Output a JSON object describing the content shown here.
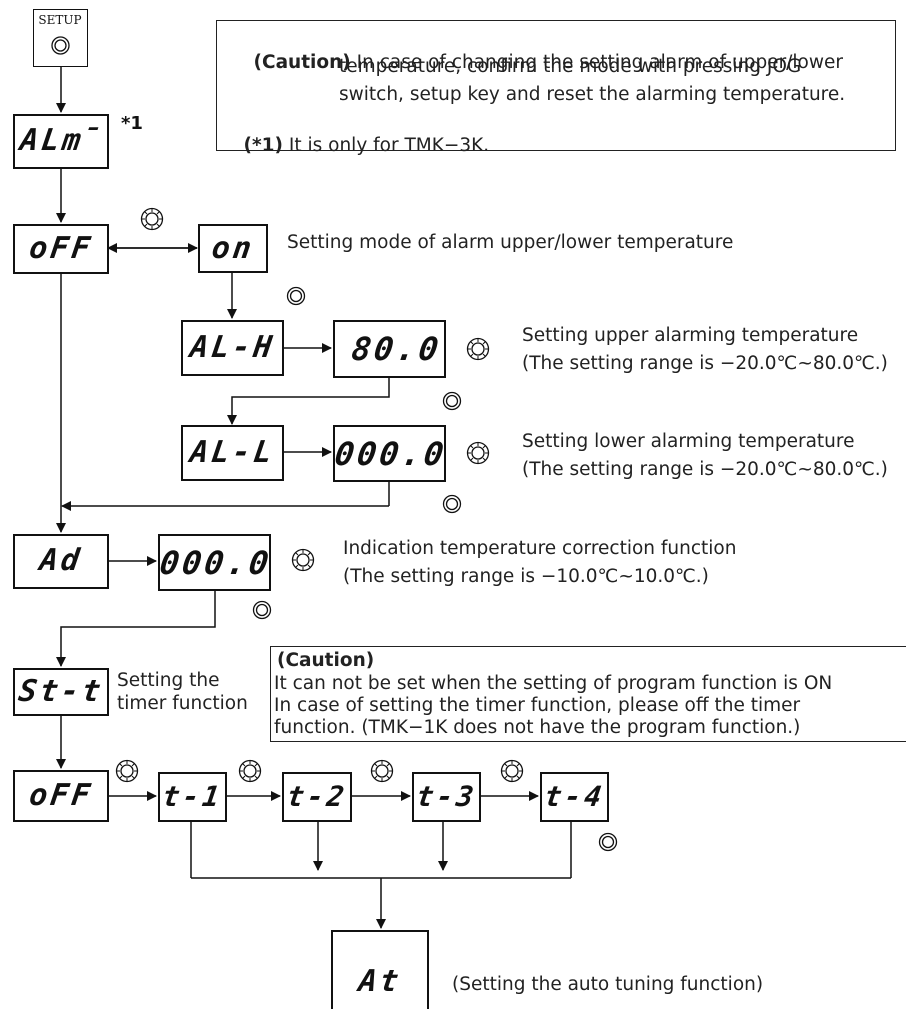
{
  "setup_key": {
    "label": "SETUP"
  },
  "caution_top": {
    "title": "(Caution)",
    "line1": " In case of changing the setting alarm of upper/lower",
    "line2": "temperature, confirm the mode with pressing JOG",
    "line3": "switch, setup key and reset the alarming temperature.",
    "note_mark": "(*1)",
    "note_text": " It is only for TMK−3K."
  },
  "displays": {
    "alm": "ALm̄",
    "alm_note": "*1",
    "off1": "oFF",
    "on": "on",
    "al_h": "AL-H",
    "al_h_value": "80.0",
    "al_l": "AL-L",
    "al_l_value": "000.0",
    "ad": "Ad",
    "ad_value": "000.0",
    "st_t": "St-t",
    "off2": "oFF",
    "t1": "t-1",
    "t2": "t-2",
    "t3": "t-3",
    "t4": "t-4",
    "at": "At"
  },
  "descriptions": {
    "alarm_mode": "Setting mode of alarm upper/lower temperature",
    "upper_title": "Setting upper alarming temperature",
    "upper_range": "(The setting range is −20.0℃~80.0℃.)",
    "lower_title": "Setting lower alarming temperature",
    "lower_range": "(The setting range is −20.0℃~80.0℃.)",
    "ad_title": "Indication temperature correction function",
    "ad_range": "(The setting range is −10.0℃~10.0℃.)",
    "timer_line1": "Setting the",
    "timer_line2": "timer function",
    "auto_tuning": "(Setting the auto tuning function)"
  },
  "caution_mid": {
    "title": "(Caution)",
    "line1": "It can not be set when the setting of program function is ON",
    "line2": "In case of setting the timer function, please off the timer",
    "line3": "function. (TMK−1K does not have the program function.)"
  },
  "icons": [
    "setup-key-icon",
    "jog-dial-icon",
    "push-button-icon"
  ]
}
